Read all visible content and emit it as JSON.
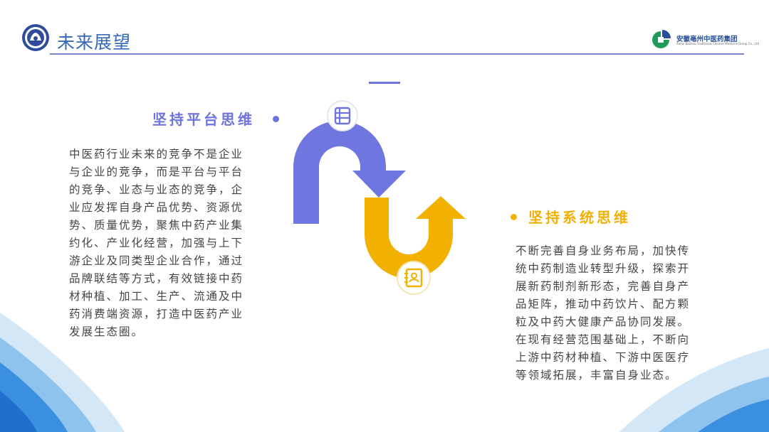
{
  "header": {
    "title": "未来展望",
    "brand_name": "安徽亳州中医药集团",
    "brand_subtitle": "Anhui Bozhou Traditional Chinese Medicine Group Co., Ltd"
  },
  "sections": {
    "left": {
      "heading": "坚持平台思维",
      "body": "中医药行业未来的竞争不是企业\n与企业的竞争，而是平台与平台\n的竞争、业态与业态的竞争，企\n业应发挥自身产品优势、资源优\n势、质量优势，聚焦中药产业集\n约化、产业化经营，加强与上下\n游企业及同类型企业合作，通过\n品牌联结等方式，有效链接中药\n材种植、加工、生产、流通及中\n药消费端资源，打造中医药产业\n发展生态圈。"
    },
    "right": {
      "heading": "坚持系统思维",
      "body": "不断完善自身业务布局，加快传\n统中药制造业转型升级，探索开\n展新药制剂新形态，完善自身产\n品矩阵，推动中药饮片、配方颗\n粒及中药大健康产品协同发展。\n在现有经营范围基础上，不断向\n上游中药材种植、下游中医医疗\n等领域拓展，丰富自身业态。"
    }
  },
  "icons": {
    "logo": "emblem-logo-icon",
    "brand": "group-logo-icon",
    "platform": "books-icon",
    "system": "contact-book-icon"
  },
  "colors": {
    "purple": "#6d74dd",
    "yellow": "#f2b100",
    "title_blue": "#3568b8",
    "wave_blue": "#3b8fe0"
  }
}
